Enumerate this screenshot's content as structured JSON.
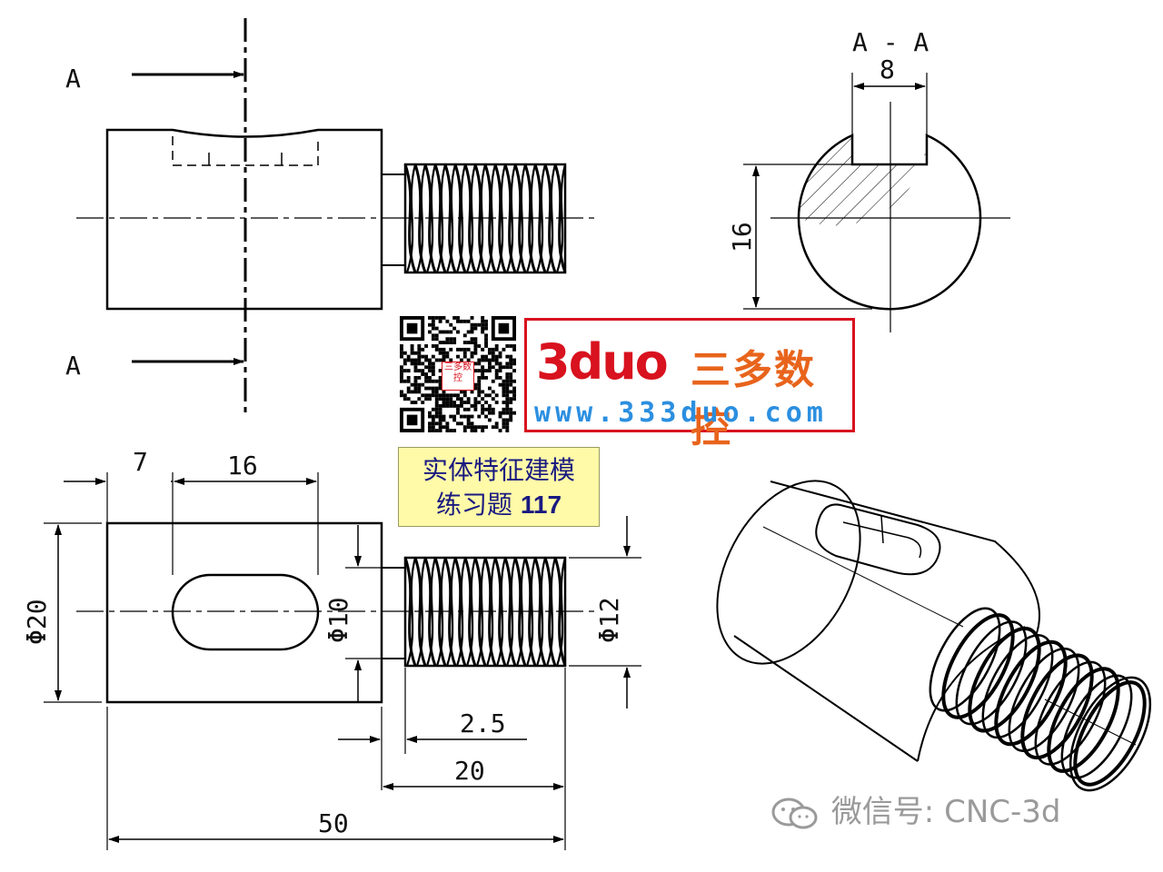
{
  "section_view": {
    "label": "A - A",
    "slot_width": "8",
    "flat_height": "16"
  },
  "cut_markers": {
    "top": "A",
    "bottom": "A"
  },
  "dimensions": {
    "slot_offset": "7",
    "slot_length": "16",
    "body_diameter": "Φ20",
    "neck_diameter": "Φ10",
    "thread_diameter": "Φ12",
    "undercut_width": "2.5",
    "thread_length": "20",
    "total_length": "50"
  },
  "brand": {
    "logo_text": "3duo",
    "name_cn": "三多数控",
    "url": "www.333duo.com",
    "qr_caption": "三多数控"
  },
  "exercise": {
    "line1": "实体特征建模",
    "line2_prefix": "练习题",
    "number": "117"
  },
  "watermark": {
    "text": "微信号: CNC-3d"
  }
}
